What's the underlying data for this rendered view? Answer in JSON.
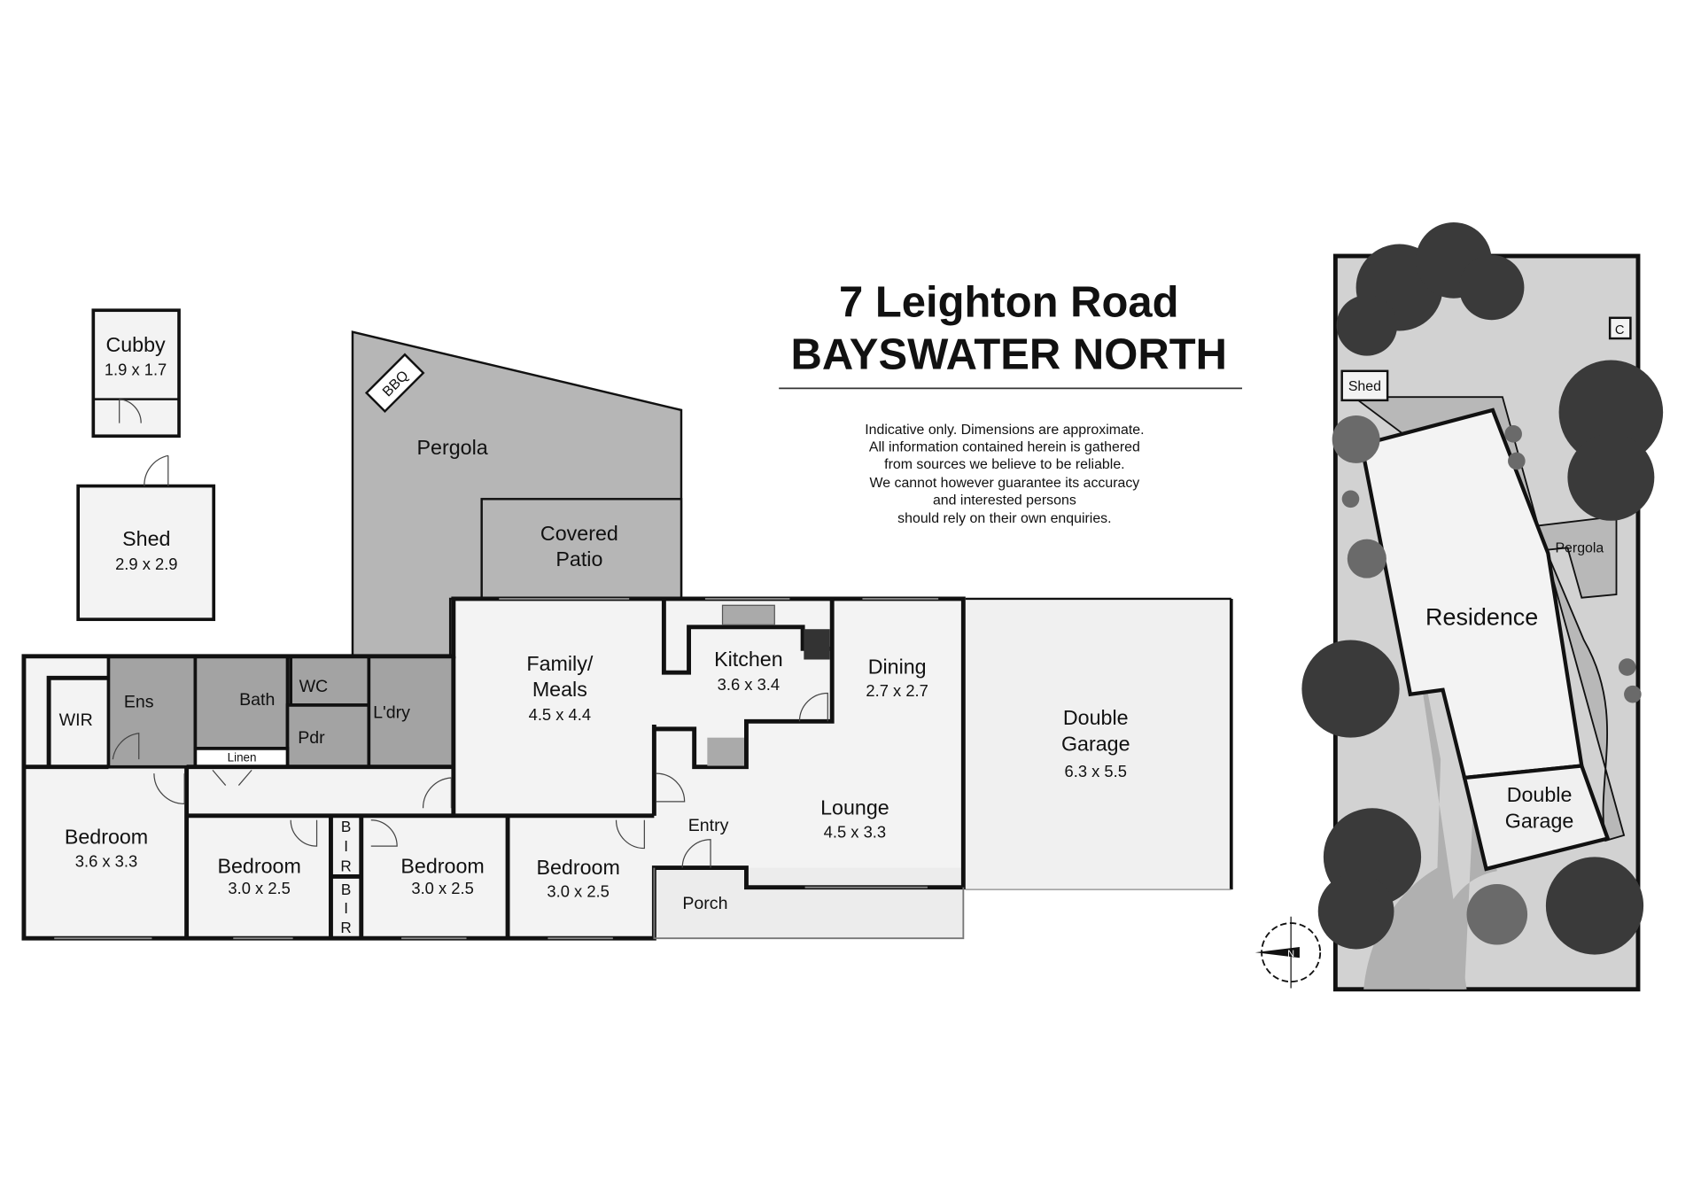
{
  "title": {
    "line1": "7 Leighton Road",
    "line2": "BAYSWATER NORTH"
  },
  "disclaimer": [
    "Indicative only. Dimensions are approximate.",
    "All information contained herein is gathered",
    "from sources we believe to be reliable.",
    "We cannot however guarantee its accuracy",
    "and interested persons",
    "should rely on their own enquiries."
  ],
  "colors": {
    "wall": "#111111",
    "room": "#f3f3f3",
    "outdoor": "#b6b6b6",
    "wet_area": "#a3a3a3",
    "site": "#d2d2d2",
    "trees": "#3a3a3a"
  },
  "rooms": {
    "cubby": {
      "name": "Cubby",
      "dims": "1.9 x 1.7"
    },
    "shed": {
      "name": "Shed",
      "dims": "2.9 x 2.9"
    },
    "bbq": {
      "name": "BBQ"
    },
    "pergola": {
      "name": "Pergola"
    },
    "covered_patio": {
      "name1": "Covered",
      "name2": "Patio"
    },
    "wir": {
      "name": "WIR"
    },
    "ens": {
      "name": "Ens"
    },
    "bath": {
      "name": "Bath"
    },
    "wc": {
      "name": "WC"
    },
    "pdr": {
      "name": "Pdr"
    },
    "laundry": {
      "name": "L'dry"
    },
    "linen": {
      "name": "Linen"
    },
    "family": {
      "name1": "Family/",
      "name2": "Meals",
      "dims": "4.5 x 4.4"
    },
    "kitchen": {
      "name": "Kitchen",
      "dims": "3.6 x 3.4"
    },
    "dining": {
      "name": "Dining",
      "dims": "2.7 x 2.7"
    },
    "garage": {
      "name1": "Double",
      "name2": "Garage",
      "dims": "6.3 x 5.5"
    },
    "bedroom1": {
      "name": "Bedroom",
      "dims": "3.6 x 3.3"
    },
    "bedroom2": {
      "name": "Bedroom",
      "dims": "3.0 x 2.5"
    },
    "bedroom3": {
      "name": "Bedroom",
      "dims": "3.0 x 2.5"
    },
    "bedroom4": {
      "name": "Bedroom",
      "dims": "3.0 x 2.5"
    },
    "bir": {
      "b": "B",
      "i": "I",
      "r": "R"
    },
    "entry": {
      "name": "Entry"
    },
    "lounge": {
      "name": "Lounge",
      "dims": "4.5 x 3.3"
    },
    "porch": {
      "name": "Porch"
    }
  },
  "site_plan": {
    "shed": "Shed",
    "cubby": "C",
    "pergola": "Pergola",
    "residence": "Residence",
    "garage1": "Double",
    "garage2": "Garage",
    "compass": "N"
  }
}
